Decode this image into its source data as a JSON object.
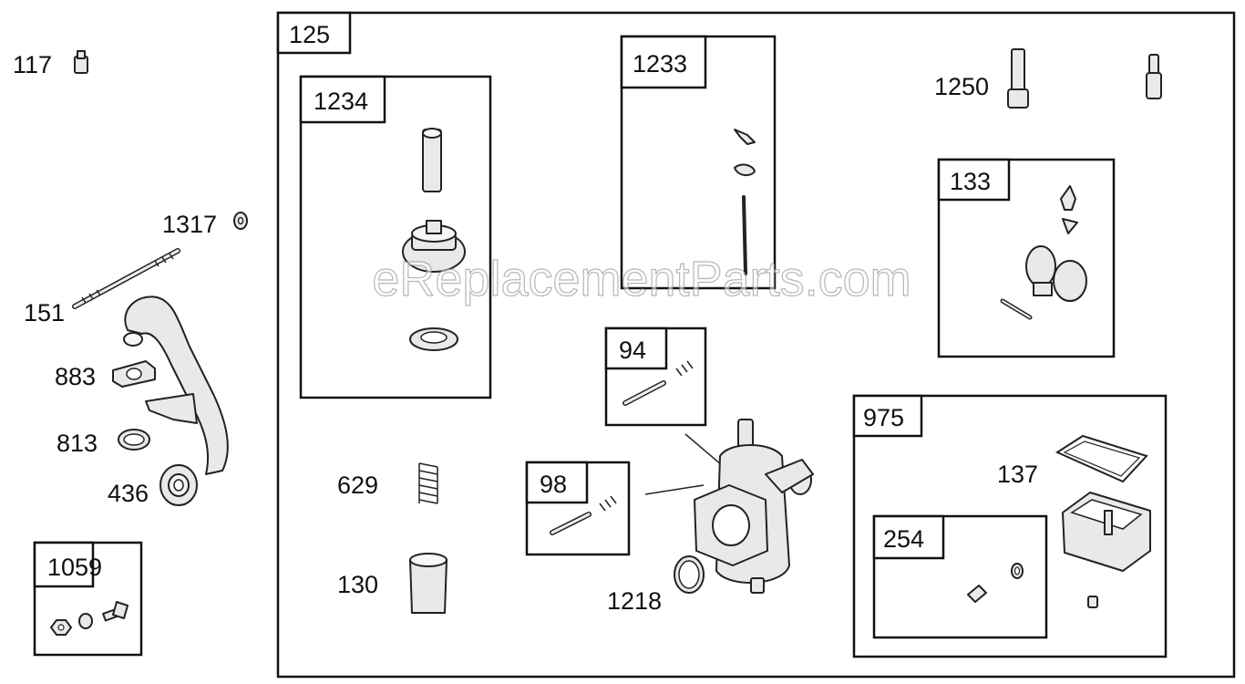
{
  "watermark": "eReplacementParts.com",
  "colors": {
    "ink": "#111111",
    "background": "#ffffff",
    "part_fill": "#e9e9e9"
  },
  "groups": {
    "g125": "125",
    "g1234": "1234",
    "g1233": "1233",
    "g133": "133",
    "g94": "94",
    "g98": "98",
    "g975": "975",
    "g254": "254",
    "g1059": "1059"
  },
  "parts": {
    "p117": "117",
    "p1317": "1317",
    "p151": "151",
    "p883": "883",
    "p813": "813",
    "p436": "436",
    "p1250": "1250",
    "p629": "629",
    "p130": "130",
    "p1218": "1218",
    "p137": "137"
  }
}
